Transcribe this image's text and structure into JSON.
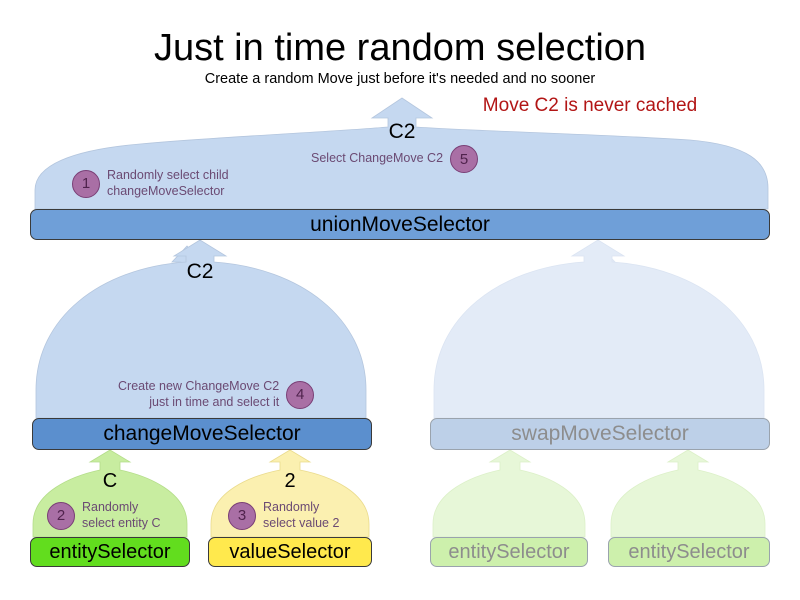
{
  "header": {
    "title": "Just in time random selection",
    "subtitle": "Create a random Move just before it's needed and no sooner",
    "callout": "Move C2 is never cached",
    "callout_color": "#b21515"
  },
  "palette": {
    "dome_blue": "#c5d8f0",
    "dome_blue_faded": "#e3ebf7",
    "bar_union": "#6f9fd8",
    "bar_change": "#5b8fce",
    "bar_swap_faded": "#bdd0e8",
    "entity_green": "#62dd1e",
    "value_yellow": "#ffe94d",
    "dome_green": "#c8eda0",
    "dome_yellow": "#fbf0b0",
    "dome_green_faded": "#e7f7d8",
    "box_faded_green": "#cdf0ac",
    "badge_purple": "#a96fa5",
    "badge_border": "#7a3f76",
    "annotation_text": "#6b4a73",
    "stroke": "#3a3a3a",
    "stroke_faded": "#9aa3ad",
    "text_faded": "#8d8d8d"
  },
  "nodes": {
    "union": {
      "label": "unionMoveSelector",
      "faded": false
    },
    "change": {
      "label": "changeMoveSelector",
      "faded": false
    },
    "swap": {
      "label": "swapMoveSelector",
      "faded": true
    },
    "entity": {
      "label": "entitySelector",
      "faded": false
    },
    "value": {
      "label": "valueSelector",
      "faded": false
    },
    "swap_entity_1": {
      "label": "entitySelector",
      "faded": true
    },
    "swap_entity_2": {
      "label": "entitySelector",
      "faded": true
    }
  },
  "flows": {
    "union_out": "C2",
    "change_out": "C2",
    "entity_out": "C",
    "value_out": "2"
  },
  "steps": [
    {
      "number": "1",
      "text": "Randomly select child\nchangeMoveSelector",
      "badge_side": "left"
    },
    {
      "number": "2",
      "text": "Randomly\nselect entity C",
      "badge_side": "left"
    },
    {
      "number": "3",
      "text": "Randomly\nselect value 2",
      "badge_side": "left"
    },
    {
      "number": "4",
      "text": "Create new ChangeMove C2\njust in time and select it",
      "badge_side": "right"
    },
    {
      "number": "5",
      "text": "Select ChangeMove C2",
      "badge_side": "right"
    }
  ]
}
